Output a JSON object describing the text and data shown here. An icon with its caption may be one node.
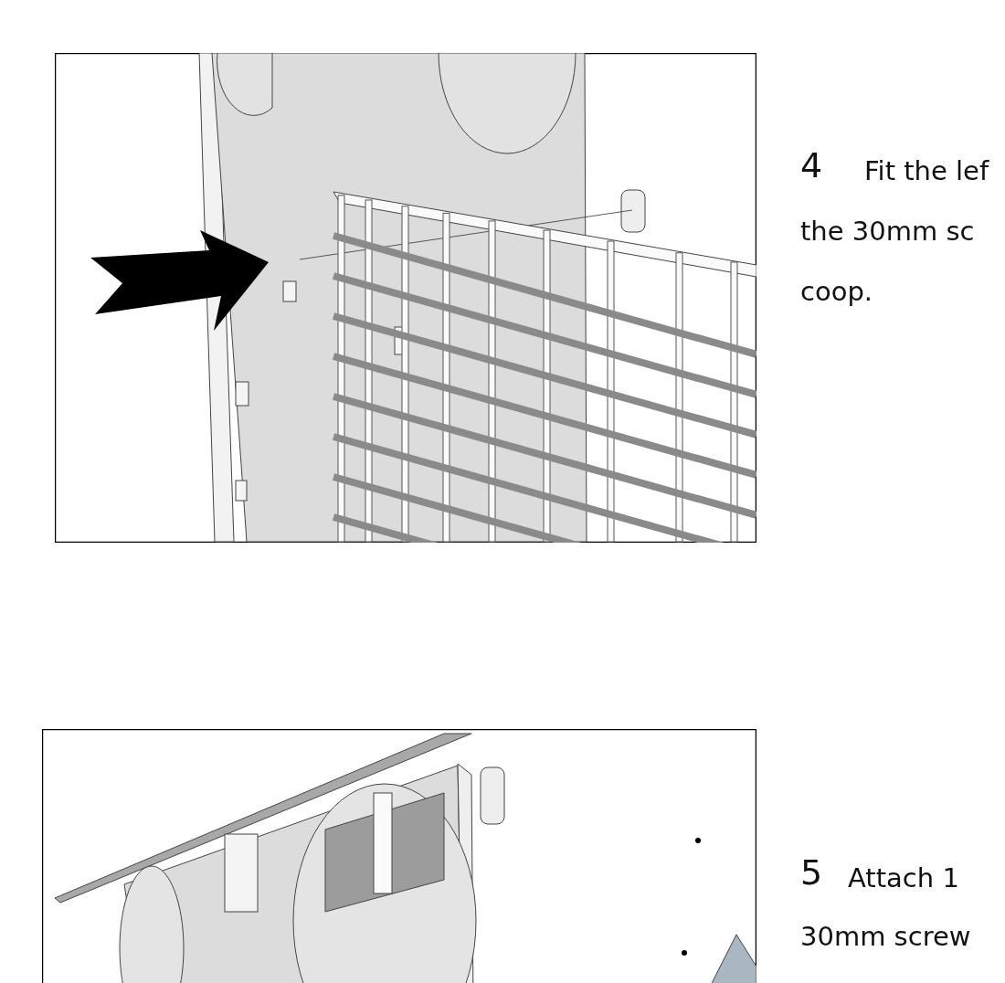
{
  "diagram": {
    "labels": [
      "4",
      "Fit the lef",
      "the 30mm sc",
      "coop.",
      "5",
      "Attach 1",
      "30mm screw"
    ]
  }
}
